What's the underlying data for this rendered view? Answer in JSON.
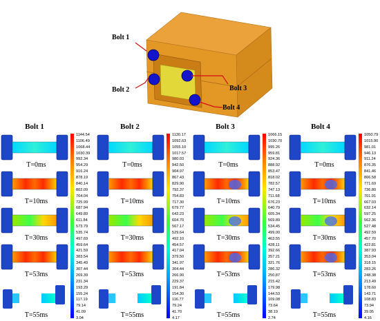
{
  "assembly": {
    "bolts": [
      {
        "label": "Bolt 1"
      },
      {
        "label": "Bolt 2"
      },
      {
        "label": "Bolt 3"
      },
      {
        "label": "Bolt 4"
      }
    ]
  },
  "columns": [
    {
      "title": "Bolt 1",
      "times": [
        "T=0ms",
        "T=10ms",
        "T=30ms",
        "T=53ms",
        "T=55ms"
      ],
      "scale": [
        "1144.54",
        "1106.49",
        "1068.44",
        "1030.39",
        "992.34",
        "954.29",
        "916.24",
        "878.19",
        "840.14",
        "802.09",
        "764.04",
        "725.99",
        "687.94",
        "649.89",
        "611.84",
        "573.79",
        "535.74",
        "497.69",
        "459.64",
        "421.59",
        "383.54",
        "345.49",
        "307.44",
        "269.39",
        "231.34",
        "193.29",
        "155.24",
        "117.19",
        "79.14",
        "41.09",
        "3.04"
      ]
    },
    {
      "title": "Bolt 2",
      "times": [
        "T=0ms",
        "T=10ms",
        "T=30ms",
        "T=53ms",
        "T=55ms"
      ],
      "scale": [
        "1130.17",
        "1092.63",
        "1055.10",
        "1017.57",
        "980.03",
        "942.50",
        "904.97",
        "867.43",
        "829.90",
        "792.37",
        "754.83",
        "717.30",
        "679.77",
        "642.23",
        "604.70",
        "567.17",
        "529.64",
        "492.10",
        "454.57",
        "417.04",
        "379.50",
        "341.97",
        "304.44",
        "266.90",
        "229.37",
        "191.84",
        "154.30",
        "116.77",
        "79.24",
        "41.70",
        "4.17"
      ]
    },
    {
      "title": "Bolt 3",
      "times": [
        "T=0ms",
        "T=10ms",
        "T=30ms",
        "T=53ms",
        "T=55ms"
      ],
      "scale": [
        "1066.15",
        "1030.70",
        "995.26",
        "959.81",
        "924.36",
        "888.92",
        "853.47",
        "818.02",
        "782.57",
        "747.13",
        "711.68",
        "676.23",
        "640.79",
        "605.34",
        "569.89",
        "534.45",
        "499.00",
        "463.55",
        "428.11",
        "392.66",
        "357.21",
        "321.76",
        "286.32",
        "250.87",
        "215.42",
        "179.98",
        "144.53",
        "109.08",
        "73.64",
        "38.19",
        "2.74"
      ]
    },
    {
      "title": "Bolt 4",
      "times": [
        "T=0ms",
        "T=10ms",
        "T=30ms",
        "T=53ms",
        "T=55ms"
      ],
      "scale": [
        "1050.79",
        "1015.90",
        "981.01",
        "946.13",
        "911.24",
        "876.35",
        "841.46",
        "806.58",
        "771.69",
        "736.80",
        "701.91",
        "667.03",
        "632.14",
        "597.25",
        "562.36",
        "527.48",
        "492.59",
        "457.70",
        "422.81",
        "387.93",
        "353.04",
        "318.15",
        "283.26",
        "248.38",
        "213.49",
        "178.60",
        "143.71",
        "108.83",
        "73.94",
        "39.05",
        "4.16"
      ]
    }
  ],
  "colors": {
    "frame": "#e59a1e",
    "frame_dark": "#b9731a",
    "bolt": "#1212c8",
    "leader": "#d01010",
    "plate": "#1e46c8"
  }
}
